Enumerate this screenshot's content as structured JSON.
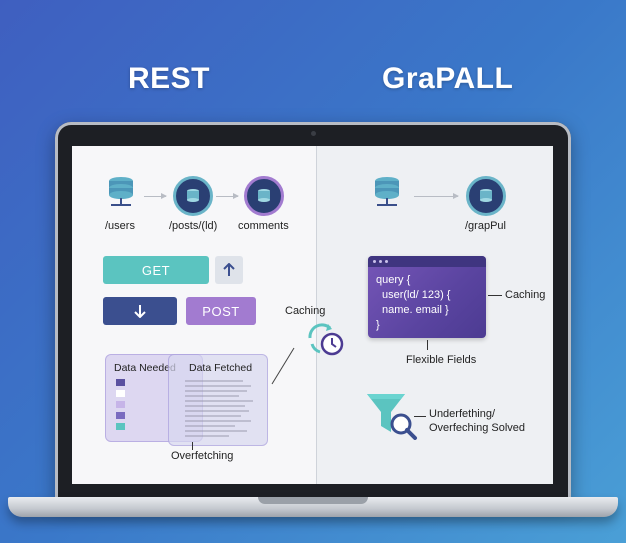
{
  "titles": {
    "rest": "REST",
    "graphql": "GraPALL"
  },
  "rest": {
    "endpoints": [
      "/users",
      "/posts/(ld)",
      "comments"
    ],
    "buttons": {
      "get": "GET",
      "post": "POST"
    },
    "comparison": {
      "left_title": "Data Needed",
      "right_title": "Data Fetched",
      "caption": "Overfetching"
    },
    "caching_label": "Caching"
  },
  "graphql": {
    "endpoint": "/grapPul",
    "query_lines": [
      "query {",
      "user(ld/ 123) {",
      "name. email  }",
      "}"
    ],
    "caching_label": "Caching",
    "flexible_label": "Flexible Fields",
    "solved_label_1": "Underfething/",
    "solved_label_2": "Overfeching Solved"
  },
  "colors": {
    "teal": "#5bc4c0",
    "navy": "#3b4f8f",
    "purple": "#a27bd0",
    "code_bg": "#5a44a0"
  }
}
